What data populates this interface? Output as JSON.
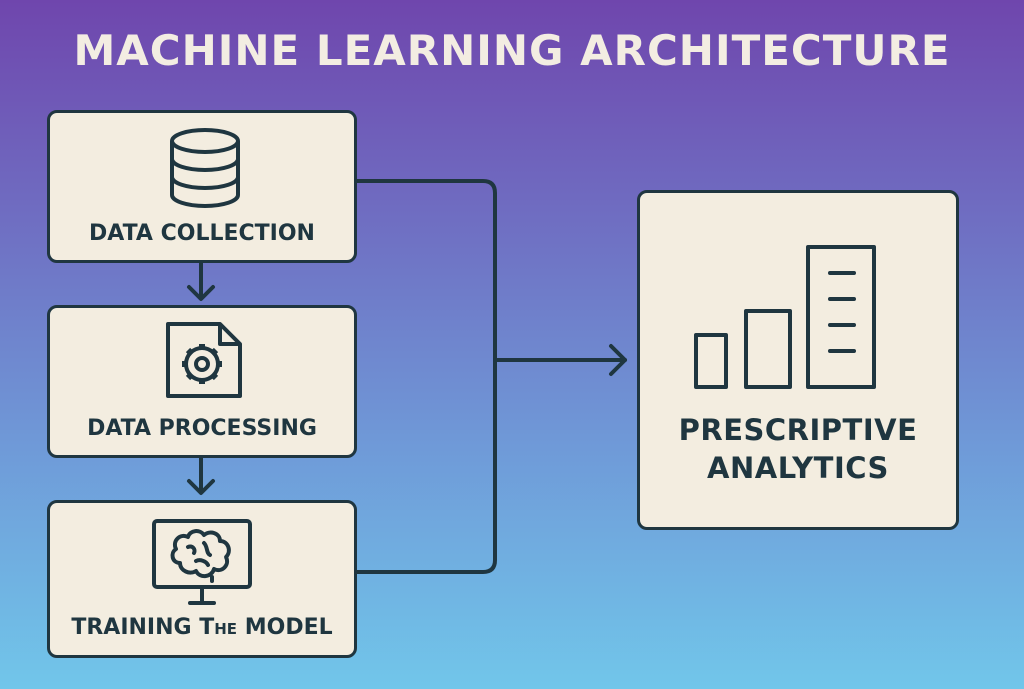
{
  "diagram": {
    "title": "MACHINE LEARNING ARCHITECTURE",
    "nodes": {
      "data_collection": {
        "label": "DATA COLLECTION",
        "icon": "database-icon"
      },
      "data_processing": {
        "label": "DATA PROCESSING",
        "icon": "gear-document-icon"
      },
      "training_model": {
        "label_part1": "TRAINING ",
        "label_part2": "The",
        "label_part3": " MODEL",
        "icon": "brain-monitor-icon"
      },
      "prescriptive_analytics": {
        "label_line1": "PRESCRIPTIVE",
        "label_line2": "ANALYTICS",
        "icon": "bar-chart-icon"
      }
    },
    "colors": {
      "background_top": "#6f46ad",
      "background_bottom": "#71c6ea",
      "card_fill": "#f3ede0",
      "stroke": "#1f3640",
      "title_text": "#f3ede2"
    }
  }
}
